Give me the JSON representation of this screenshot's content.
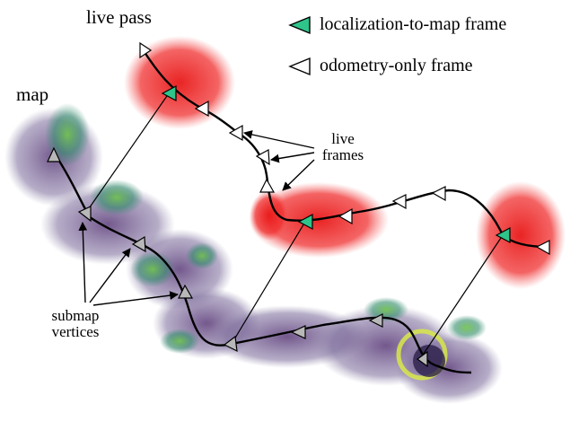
{
  "labels": {
    "live_pass": "live pass",
    "map": "map",
    "live_frames_line1": "live",
    "live_frames_line2": "frames",
    "submap_line1": "submap",
    "submap_line2": "vertices"
  },
  "legend": {
    "localization": "localization-to-map frame",
    "odometry": "odometry-only frame"
  },
  "colors": {
    "localization_marker": "#2fc48a",
    "odometry_marker": "#ffffff",
    "submap_vertex": "#b8b8b8",
    "live_cloud": "#ee1c1c",
    "map_cloud_dark": "#5d3a7a",
    "map_cloud_light": "#3fa35a",
    "map_cloud_bright": "#b5e04a",
    "path": "#000000"
  }
}
